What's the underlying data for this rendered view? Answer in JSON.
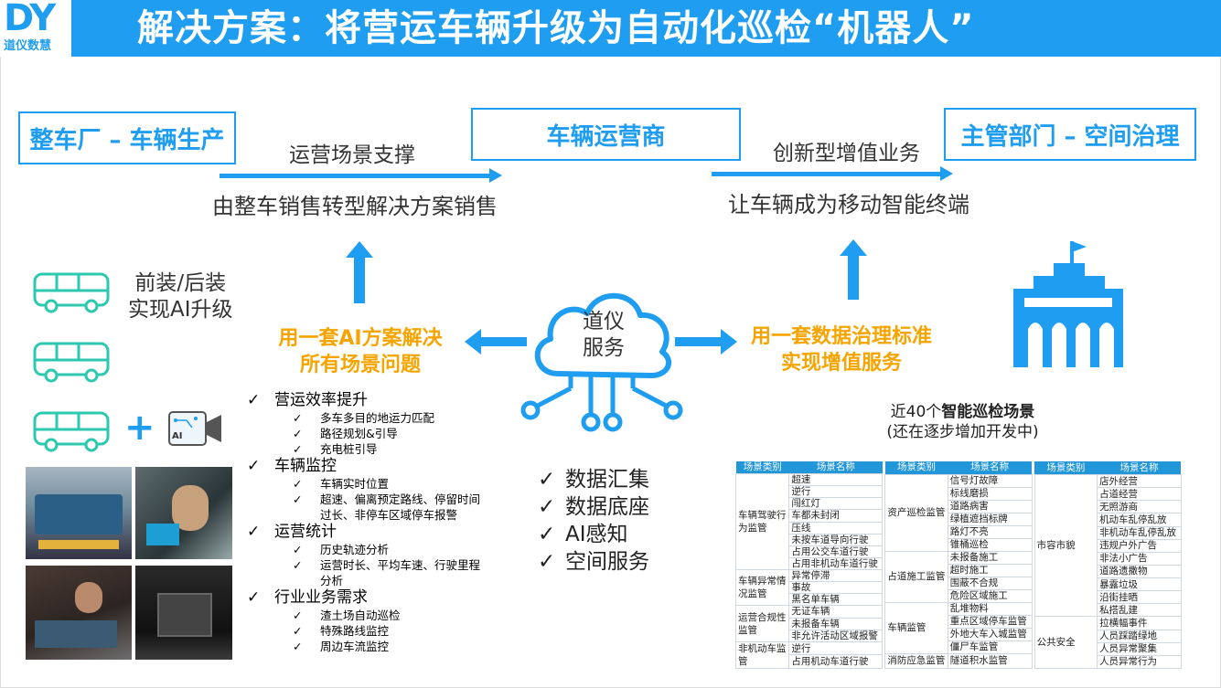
{
  "header": {
    "logo_letters": "DY",
    "logo_name": "道仪数慧",
    "title": "解决方案：将营运车辆升级为自动化巡检“机器人”"
  },
  "boxes": {
    "left": "整车厂 – 车辆生产",
    "center": "车辆运营商",
    "right": "主管部门 – 空间治理"
  },
  "left_flow": {
    "above": "运营场景支撑",
    "below": "由整车销售转型解决方案销售"
  },
  "right_flow": {
    "above": "创新型增值业务",
    "below": "让车辆成为移动智能终端"
  },
  "bus_caption": {
    "line1": "前装/后装",
    "line2": "实现AI升级"
  },
  "plus_sign": "+",
  "ai_camera_label": "AI",
  "cloud": {
    "line1": "道仪",
    "line2": "服务"
  },
  "left_orange": {
    "line1": "用一套AI方案解决",
    "line2": "所有场景问题"
  },
  "right_orange": {
    "line1": "用一套数据治理标准",
    "line2": "实现增值服务"
  },
  "feature_list": [
    {
      "label": "营运效率提升",
      "items": [
        "多车多目的地运力匹配",
        "路径规划&引导",
        "充电桩引导"
      ]
    },
    {
      "label": "车辆监控",
      "items": [
        "车辆实时位置",
        "超速、偏离预定路线、停留时间",
        "过长、非停车区域停车报警"
      ]
    },
    {
      "label": "运营统计",
      "items": [
        "历史轨迹分析",
        "运营时长、平均车速、行驶里程",
        "分析"
      ]
    },
    {
      "label": "行业业务需求",
      "items": [
        "渣土场自动巡检",
        "特殊路线监控",
        "周边车流监控"
      ]
    }
  ],
  "center_list": [
    "数据汇集",
    "数据底座",
    "AI感知",
    "空间服务"
  ],
  "check_mark": "✓",
  "scenes": {
    "caption_prefix": "近40个",
    "caption_bold": "智能巡检场景",
    "caption_sub": "(还在逐步增加开发中)"
  },
  "scene_table": {
    "headers": [
      "场景类别",
      "场景名称"
    ],
    "col1": [
      {
        "category": "车辆驾驶行为监管",
        "names": [
          "超速",
          "逆行",
          "闯红灯",
          "车都未封闭",
          "压线",
          "未按车道导向行驶",
          "占用公交车道行驶",
          "占用非机动车道行驶"
        ]
      },
      {
        "category": "车辆异常情况监管",
        "names": [
          "异常停滞",
          "事故",
          "黑名单车辆"
        ]
      },
      {
        "category": "运营合规性监管",
        "names": [
          "无证车辆",
          "未报备车辆",
          "非允许活动区域报警"
        ]
      },
      {
        "category": "非机动车监管",
        "names": [
          "逆行",
          "占用机动车道行驶"
        ]
      }
    ],
    "col2": [
      {
        "category": "资产巡检监管",
        "names": [
          "信号灯故障",
          "标线磨损",
          "道路病害",
          "绿植遮挡标牌",
          "路灯不亮",
          "锥桶巡检"
        ]
      },
      {
        "category": "占道施工监管",
        "names": [
          "未报备施工",
          "超时施工",
          "围蔽不合规",
          "危险区域施工"
        ]
      },
      {
        "category": "车辆监管",
        "names": [
          "乱堆物料",
          "重点区域停车监管",
          "外地大车入城监管",
          "僵尸车监管"
        ]
      },
      {
        "category": "消防应急监管",
        "names": [
          "隧道积水监管"
        ]
      }
    ],
    "col3": [
      {
        "category": "市容市貌",
        "names": [
          "店外经营",
          "占道经营",
          "无照游商",
          "机动车乱停乱放",
          "非机动车乱停乱放",
          "违规户外广告",
          "非法小广告",
          "道路遗撒物",
          "暴露垃圾",
          "沿街挂晒",
          "私搭乱建"
        ]
      },
      {
        "category": "公共安全",
        "names": [
          "拉横幅事件",
          "人员踩踏绿地",
          "人员异常聚集",
          "人员异常行为"
        ]
      }
    ]
  },
  "colors": {
    "accent": "#1f9df0",
    "orange": "#f5a400",
    "bus_green": "#2cc9b0"
  }
}
